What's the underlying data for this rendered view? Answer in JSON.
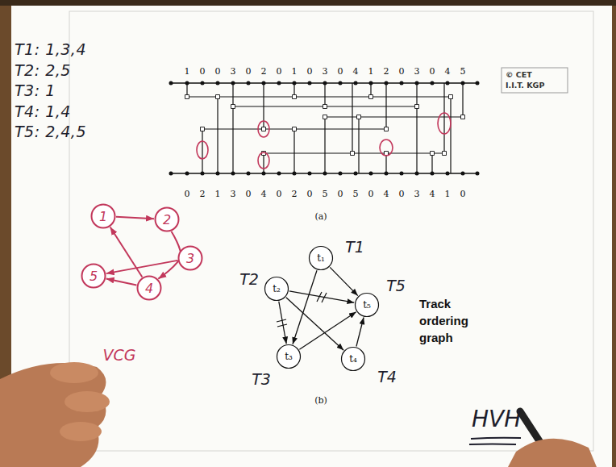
{
  "diagram": {
    "nodes": [
      {
        "text": [
          "1"
        ]
      },
      {
        "text": [
          "2"
        ]
      },
      {
        "text": [
          "3"
        ]
      },
      {
        "text": [
          "4"
        ]
      },
      {
        "text": [
          "5"
        ]
      },
      {
        "text": [
          "t₁",
          "T1"
        ]
      },
      {
        "text": [
          "t₂",
          "T2"
        ]
      },
      {
        "text": [
          "t₃",
          "T3"
        ]
      },
      {
        "text": [
          "t₄",
          "T4"
        ]
      },
      {
        "text": [
          "t₅",
          "T5"
        ]
      }
    ],
    "edges": [
      {
        "from": 0,
        "to": 1,
        "arrow": "to"
      },
      {
        "from": 1,
        "to": 3,
        "arrow": "to"
      },
      {
        "from": 3,
        "to": 0,
        "arrow": "to"
      },
      {
        "from": 2,
        "to": 4,
        "arrow": "to"
      },
      {
        "from": 3,
        "to": 4,
        "arrow": "to"
      },
      {
        "from": 5,
        "to": 7,
        "arrow": "to"
      },
      {
        "from": 5,
        "to": 9,
        "arrow": "to"
      },
      {
        "from": 6,
        "to": 9,
        "arrow": "to"
      },
      {
        "from": 6,
        "to": 7,
        "arrow": "to"
      },
      {
        "from": 6,
        "to": 8,
        "arrow": "to"
      },
      {
        "from": 7,
        "to": 9,
        "arrow": "to"
      },
      {
        "from": 8,
        "to": 9,
        "arrow": "to"
      }
    ],
    "labels": [
      "1",
      "0",
      "0",
      "3",
      "0",
      "2",
      "0",
      "1",
      "0",
      "3",
      "0",
      "4",
      "1",
      "2",
      "0",
      "3",
      "0",
      "4",
      "5",
      "© CET",
      "I.I.T. KGP",
      "T1: 1,3,4",
      "T2: 2,5",
      "T3: 1",
      "T4: 1,4",
      "T5: 2,4,5",
      "0",
      "2",
      "1",
      "3",
      "0",
      "4",
      "0",
      "2",
      "0",
      "5",
      "0",
      "5",
      "0",
      "4",
      "0",
      "3",
      "4",
      "1",
      "0",
      "(a)",
      "VCG",
      "(b)",
      "Track ordering graph",
      "HVH"
    ]
  }
}
